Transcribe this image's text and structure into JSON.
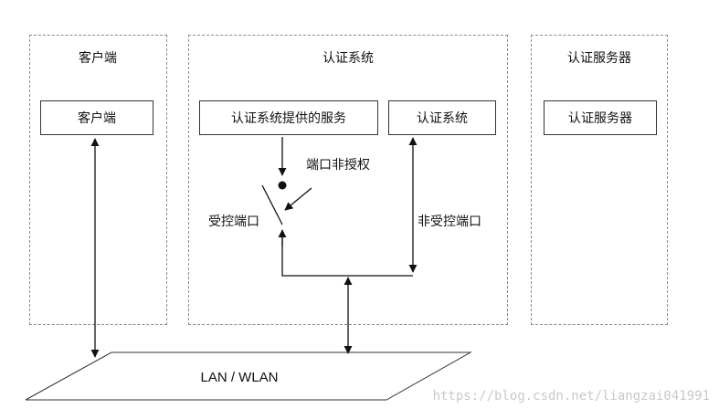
{
  "groups": {
    "client": {
      "title": "客户端",
      "box": "客户端"
    },
    "auth_system": {
      "title": "认证系统",
      "service_box": "认证系统提供的服务",
      "system_box": "认证系统"
    },
    "auth_server": {
      "title": "认证服务器",
      "box": "认证服务器"
    }
  },
  "labels": {
    "unauthorized_port": "端口非授权",
    "controlled_port": "受控端口",
    "uncontrolled_port": "非受控端口"
  },
  "network": {
    "label": "LAN / WLAN"
  },
  "watermark": "https://blog.csdn.net/liangzai041991"
}
